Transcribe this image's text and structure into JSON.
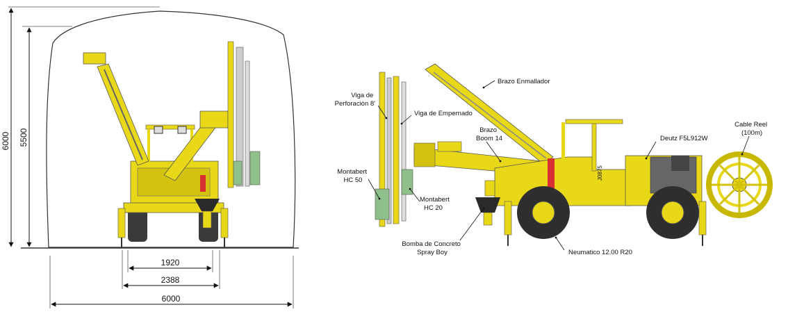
{
  "dimensions": {
    "height_outer": "6000",
    "height_inner": "5500",
    "width_wheel_track": "1920",
    "width_machine": "2388",
    "width_tunnel": "6000"
  },
  "callouts": {
    "viga_perforacion": [
      "Viga de",
      "Perforación 8'"
    ],
    "viga_empernado": "Viga de Empernado",
    "brazo_enmallador": "Brazo Enmallador",
    "brazo_boom": [
      "Brazo",
      "Boom 14"
    ],
    "deutz": "Deutz F5L912W",
    "cable_reel": [
      "Cable Reel",
      "(100m)"
    ],
    "montabert_hc50": [
      "Montabert",
      "HC 50"
    ],
    "montabert_hc20": [
      "Montabert",
      "HC 20"
    ],
    "bomba_concreto": [
      "Bomba de Concreto",
      "Spray Boy"
    ],
    "neumatico": "Neumatico 12.00 R20"
  },
  "vehicle_serial": "J0875"
}
